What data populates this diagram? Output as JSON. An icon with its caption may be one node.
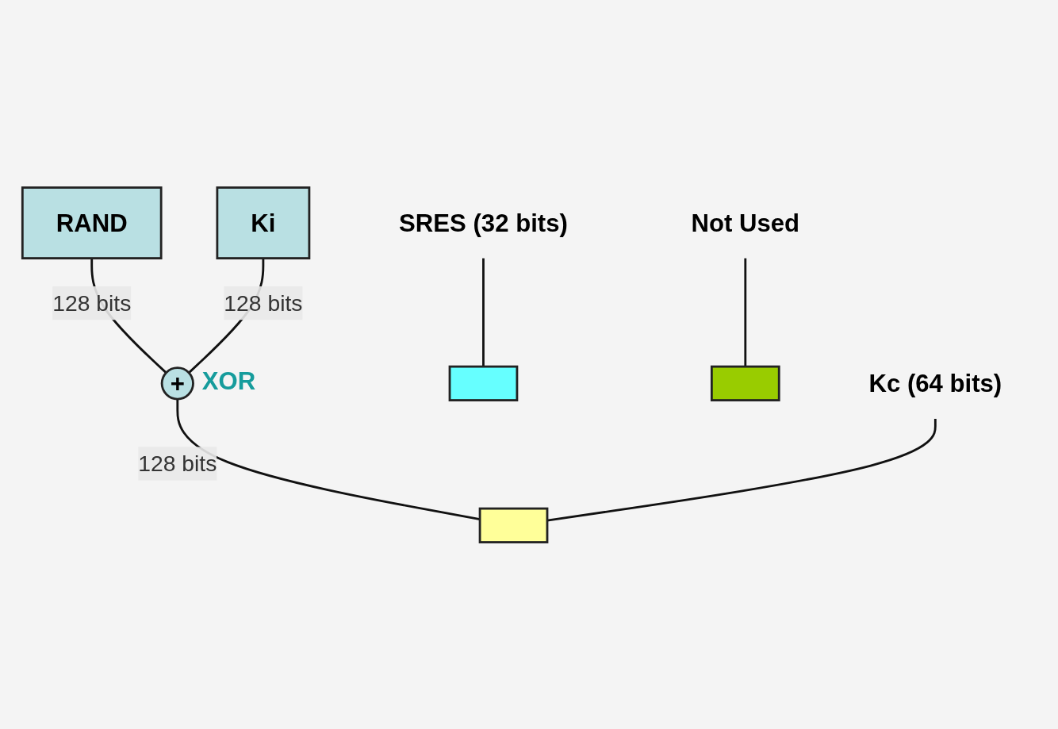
{
  "diagram": {
    "nodes": [
      {
        "text": [
          "RAND"
        ]
      },
      {
        "text": [
          "Ki"
        ]
      },
      {
        "text": [
          "+"
        ],
        "beside": [
          "XOR"
        ]
      },
      {
        "text": [],
        "shape": "box"
      },
      {
        "text": [],
        "shape": "box"
      },
      {
        "text": [],
        "shape": "box"
      },
      {
        "text": [
          "Not Used"
        ]
      },
      {
        "text": [
          "SRES (32 bits)"
        ]
      },
      {
        "text": [
          "Kc (64 bits)"
        ]
      }
    ],
    "edges": [
      {
        "from": 0,
        "to": 2,
        "arrow": "none",
        "label": "128 bits"
      },
      {
        "from": 1,
        "to": 2,
        "arrow": "none",
        "label": "128 bits"
      },
      {
        "from": 2,
        "to": 4,
        "arrow": "none",
        "label": "128 bits"
      },
      {
        "from": 6,
        "to": 5,
        "arrow": "none"
      },
      {
        "from": 7,
        "to": 3,
        "arrow": "none"
      },
      {
        "from": 8,
        "to": 4,
        "arrow": "none"
      }
    ]
  }
}
